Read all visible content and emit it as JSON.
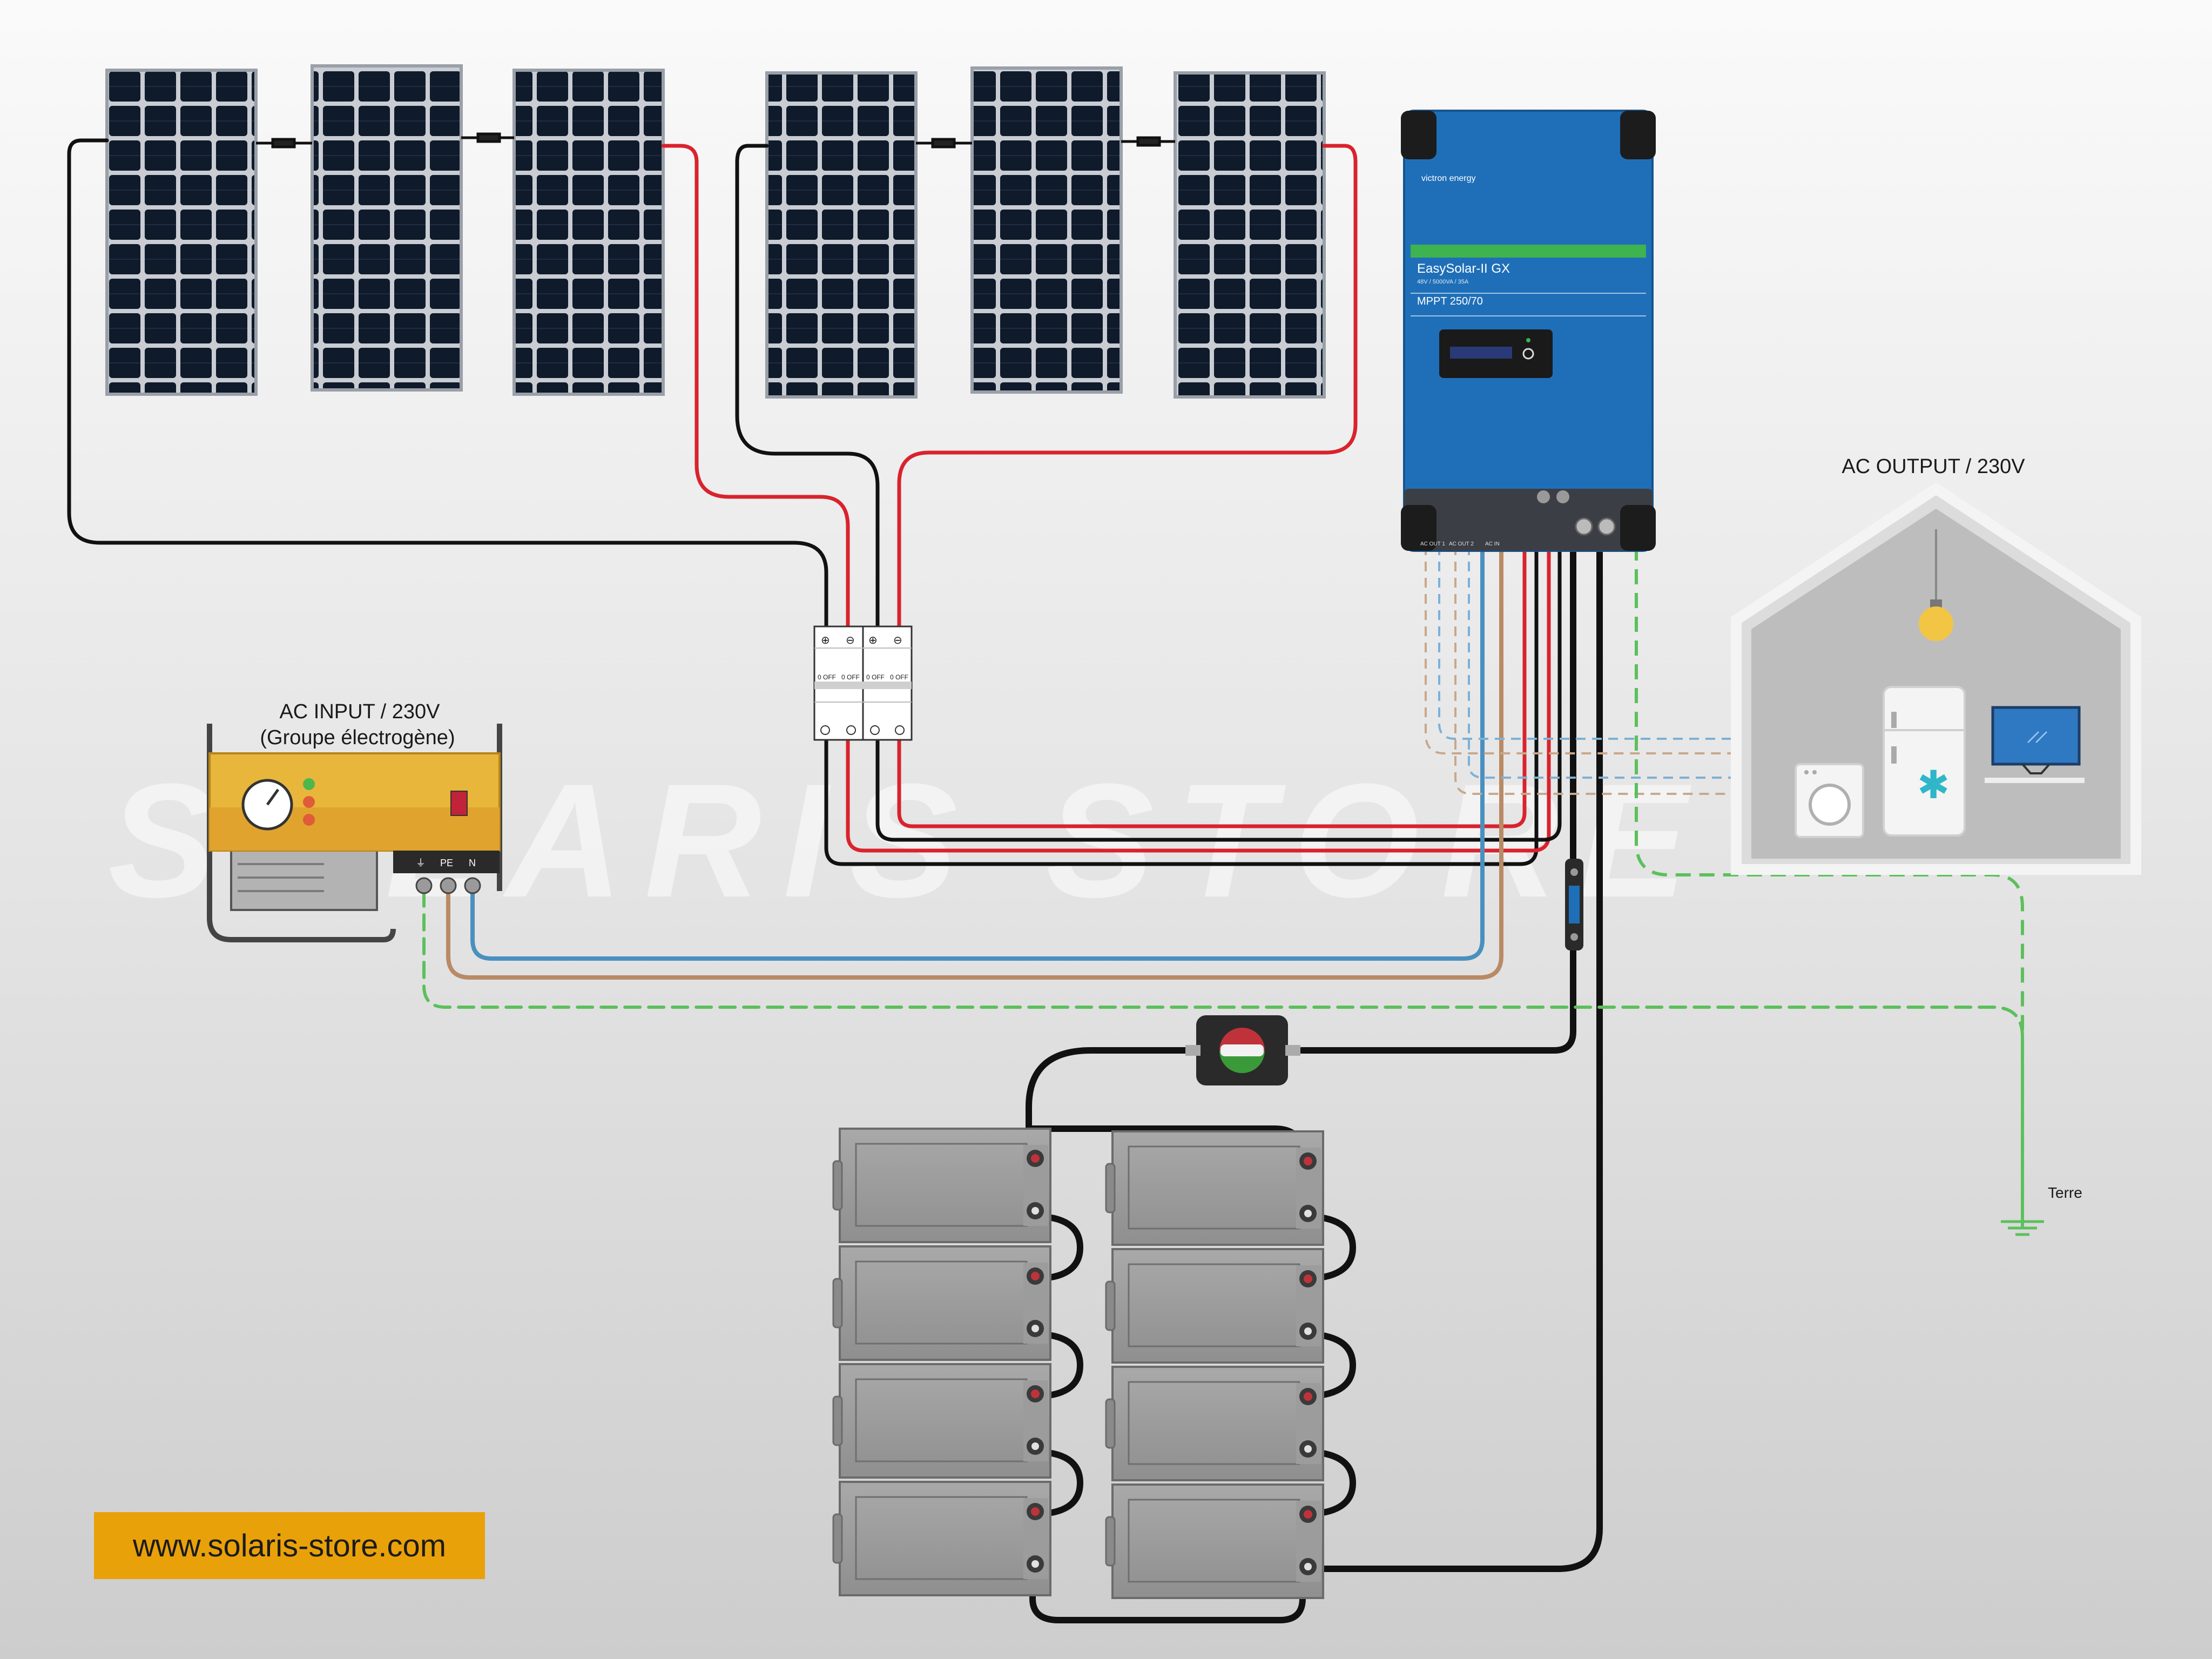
{
  "watermark": "SOLARIS STORE",
  "labels": {
    "ac_input_title": "AC INPUT / 230V",
    "ac_input_sub": "(Groupe électrogène)",
    "ac_output": "AC OUTPUT / 230V",
    "earth": "Terre"
  },
  "inverter": {
    "brand": "victron energy",
    "model": "EasySolar-II GX",
    "spec": "48V / 5000VA / 35A",
    "mppt": "MPPT 250/70",
    "ports": [
      "AC OUT 1",
      "AC OUT 2",
      "AC IN"
    ]
  },
  "breaker": {
    "markings": [
      "⊕",
      "⊖",
      "+",
      "−"
    ],
    "state": "0 OFF"
  },
  "generator": {
    "terminals": [
      "⏚",
      "PE",
      "N"
    ]
  },
  "website": "www.solaris-store.com",
  "colors": {
    "inverter_blue": "#1f6fb8",
    "wire_red": "#d9232d",
    "wire_black": "#111111",
    "wire_blue": "#4a90bf",
    "wire_brown": "#b98a66",
    "wire_earth": "#5cc05c",
    "generator_yellow": "#e8b63a",
    "accent_orange": "#e9a10a"
  },
  "icons": [
    "solar-panel-icon",
    "inverter-icon",
    "breaker-icon",
    "generator-icon",
    "battery-icon",
    "battery-switch-icon",
    "fuse-icon",
    "house-icon",
    "lamp-icon",
    "fridge-icon",
    "washing-machine-icon",
    "tv-icon",
    "earth-ground-icon"
  ]
}
